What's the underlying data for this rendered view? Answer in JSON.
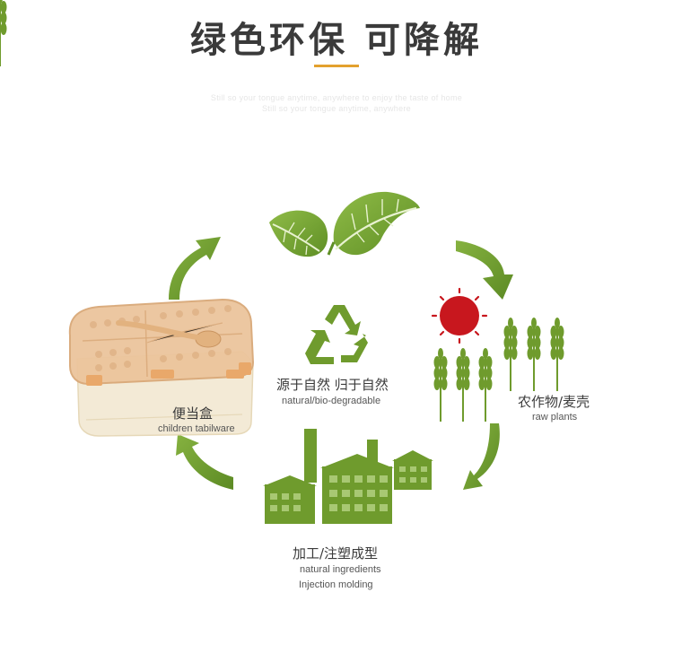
{
  "header": {
    "title": "绿色环保 可降解",
    "faint_line_1": "Still so your tongue anytime, anywhere to enjoy the taste of home",
    "faint_line_2": "Still so your tongue anytime, anywhere"
  },
  "center": {
    "zh": "源于自然 归于自然",
    "en": "natural/bio-degradable"
  },
  "stages": {
    "plants": {
      "zh": "农作物/麦壳",
      "en": "raw plants"
    },
    "factory": {
      "zh": "加工/注塑成型",
      "en_1": "natural ingredients",
      "en_2": "Injection molding"
    },
    "product": {
      "zh": "便当盒",
      "en": "children tabilware"
    }
  },
  "colors": {
    "green": "#6f9b2d",
    "leaf_light": "#8db848",
    "sun": "#c8171e",
    "accent": "#e3a12e",
    "box_lid": "#ecc59c",
    "box_base": "#f3ead6"
  }
}
